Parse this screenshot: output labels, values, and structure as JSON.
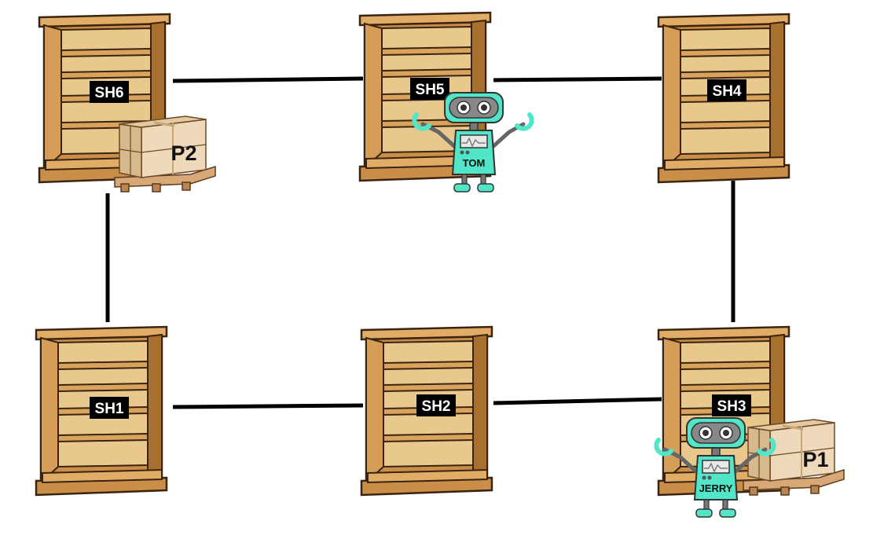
{
  "shelves": {
    "sh1": "SH1",
    "sh2": "SH2",
    "sh3": "SH3",
    "sh4": "SH4",
    "sh5": "SH5",
    "sh6": "SH6"
  },
  "packages": {
    "p1": "P1",
    "p2": "P2"
  },
  "robots": {
    "tom": "TOM",
    "jerry": "JERRY"
  },
  "colors": {
    "shelf_wood": "#d9a35b",
    "shelf_inner": "#e9c98d",
    "shelf_dark": "#b27a3a",
    "robot_body": "#52e6c8",
    "box_color": "#e2c49a",
    "edge_color": "#000000"
  }
}
